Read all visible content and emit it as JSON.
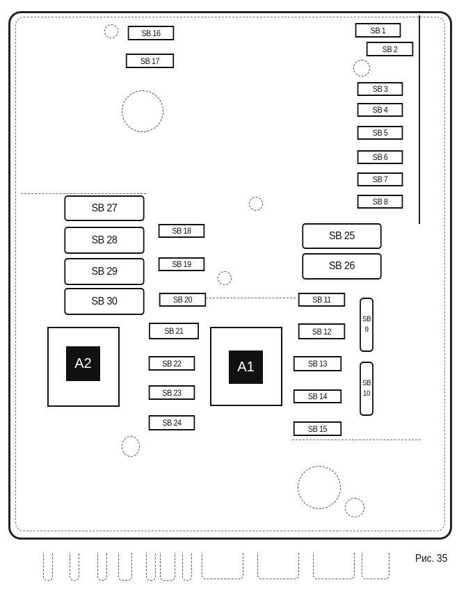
{
  "caption": "Рис. 35",
  "fuses": {
    "sb1": "SB 1",
    "sb2": "SB 2",
    "sb3": "SB 3",
    "sb4": "SB 4",
    "sb5": "SB 5",
    "sb6": "SB 6",
    "sb7": "SB 7",
    "sb8": "SB 8",
    "sb9_a": "SB",
    "sb9_b": "9",
    "sb10_a": "SB",
    "sb10_b": "10",
    "sb11": "SB 11",
    "sb12": "SB 12",
    "sb13": "SB 13",
    "sb14": "SB 14",
    "sb15": "SB 15",
    "sb16": "SB 16",
    "sb17": "SB 17",
    "sb18": "SB 18",
    "sb19": "SB 19",
    "sb20": "SB 20",
    "sb21": "SB 21",
    "sb22": "SB 22",
    "sb23": "SB 23",
    "sb24": "SB 24",
    "sb25": "SB 25",
    "sb26": "SB 26",
    "sb27": "SB 27",
    "sb28": "SB 28",
    "sb29": "SB 29",
    "sb30": "SB 30"
  },
  "relays": {
    "a1": "A1",
    "a2": "A2"
  }
}
